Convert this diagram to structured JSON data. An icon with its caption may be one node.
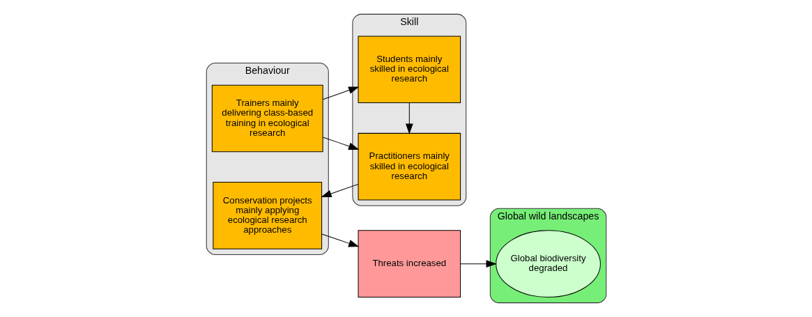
{
  "diagram": {
    "nodes": [
      {
        "text": [
          "Skill"
        ]
      },
      {
        "text": [
          "Practitioners mainly skilled in ecological research"
        ],
        "in": 0
      },
      {
        "text": [
          "Students mainly skilled in ecological research"
        ],
        "in": 0
      },
      {
        "text": [
          "Behaviour"
        ]
      },
      {
        "text": [
          "Conservation projects mainly applying ecological research approaches"
        ],
        "in": 3
      },
      {
        "text": [
          "Trainers mainly delivering class-based training in ecological research"
        ],
        "in": 3
      },
      {
        "text": [
          "Threats increased"
        ]
      },
      {
        "text": [
          "Global wild landscapes"
        ]
      },
      {
        "text": [
          "Global biodiversity degraded"
        ],
        "in": 7
      }
    ],
    "edges": [
      {
        "from": 1,
        "to": 4,
        "arrow": "to"
      },
      {
        "from": 4,
        "to": 6,
        "arrow": "to"
      },
      {
        "from": 6,
        "to": 8,
        "arrow": "to"
      },
      {
        "from": 2,
        "to": 1,
        "arrow": "to"
      },
      {
        "from": 5,
        "to": 1,
        "arrow": "to"
      },
      {
        "from": 5,
        "to": 2,
        "arrow": "to"
      }
    ]
  }
}
